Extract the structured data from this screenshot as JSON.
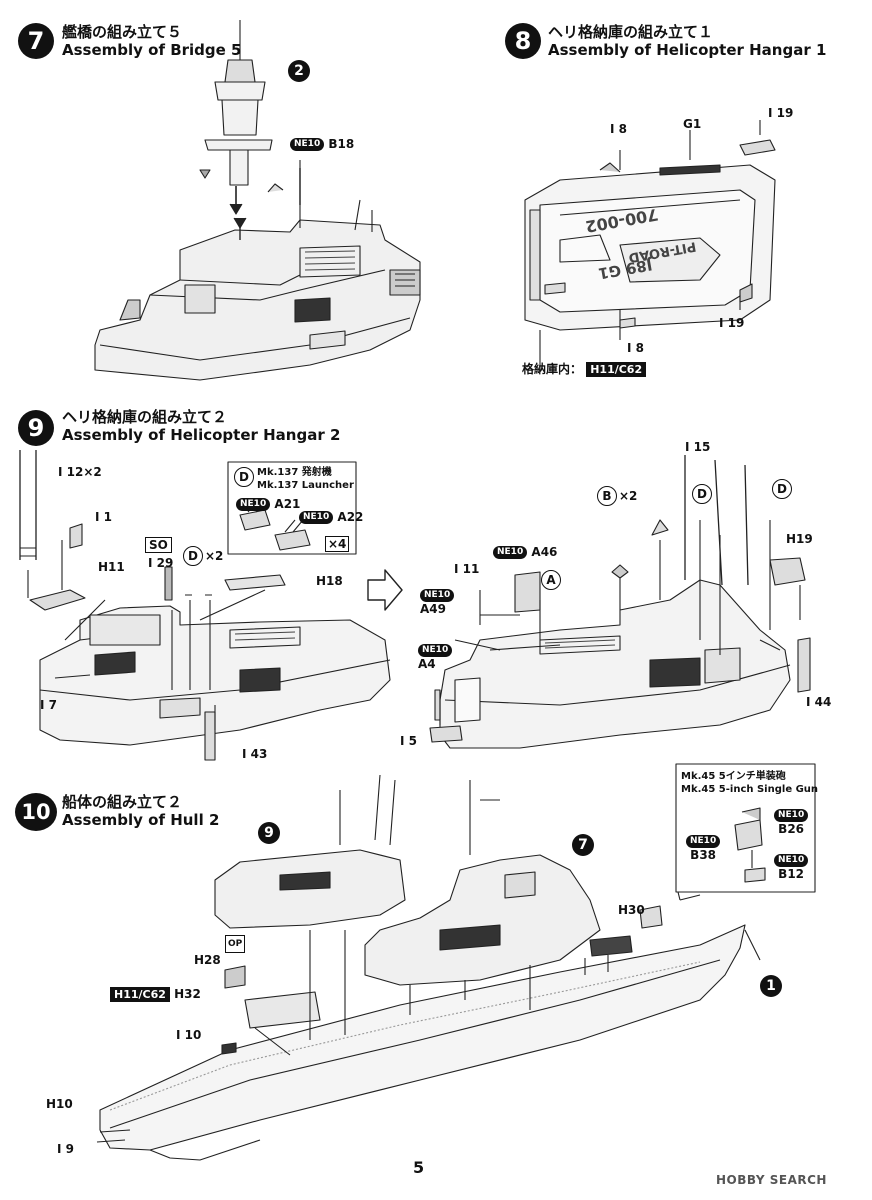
{
  "steps": {
    "s7": {
      "num": "7",
      "jp": "艦橋の組み立て５",
      "en": "Assembly of Bridge 5"
    },
    "s8": {
      "num": "8",
      "jp": "ヘリ格納庫の組み立て１",
      "en": "Assembly of Helicopter Hangar 1"
    },
    "s9": {
      "num": "9",
      "jp": "ヘリ格納庫の組み立て２",
      "en": "Assembly of Helicopter Hangar 2"
    },
    "s10": {
      "num": "10",
      "jp": "船体の組み立て２",
      "en": "Assembly of Hull 2"
    }
  },
  "step7_labels": {
    "ref2": "2",
    "ne": "NE10",
    "b18": "B18"
  },
  "step8_labels": {
    "i8a": "I 8",
    "g1": "G1",
    "i19a": "I 19",
    "i19b": "I 19",
    "i8b": "I 8",
    "hangar_in": "格納庫内：",
    "hangar_tag": "H11/C62",
    "hull_text1": "700-002",
    "hull_text2": "PIT-ROAD",
    "hull_text3": "J89 G1"
  },
  "step9_labels": {
    "i12": "I 12×2",
    "i1": "I 1",
    "h11": "H11",
    "so": "SO",
    "i29": "I 29",
    "dx2": "D",
    "dx2_mult": "×2",
    "h18": "H18",
    "i7": "I 7",
    "i43": "I 43",
    "mk_circ": "D",
    "mk_jp": "Mk.137 発射機",
    "mk_en": "Mk.137 Launcher",
    "mk_ne1": "NE10",
    "mk_a21": "A21",
    "mk_ne2": "NE10",
    "mk_a22": "A22",
    "mk_x4": "×4",
    "i11": "I 11",
    "ne_a46": "NE10",
    "a46": "A46",
    "circ_a": "A",
    "ne_a49": "NE10",
    "a49": "A49",
    "ne_a4": "NE10",
    "a4": "A4",
    "i5": "I 5",
    "circ_b": "B",
    "bx2": "×2",
    "i15": "I 15",
    "circ_d1": "D",
    "circ_d2": "D",
    "h19": "H19",
    "i44": "I 44"
  },
  "step10_labels": {
    "ref9": "9",
    "ref7": "7",
    "ref1": "1",
    "h30": "H30",
    "h28": "H28",
    "op": "OP",
    "h32_tag": "H11/C62",
    "h32": "H32",
    "i10": "I 10",
    "h10": "H10",
    "i9": "I 9",
    "mk45_jp": "Mk.45 5インチ単装砲",
    "mk45_en": "Mk.45 5-inch Single Gun",
    "ne_b26": "NE10",
    "b26": "B26",
    "ne_b38": "NE10",
    "b38": "B38",
    "ne_b12": "NE10",
    "b12": "B12"
  },
  "page_number": "5",
  "watermark": "HOBBY SEARCH"
}
